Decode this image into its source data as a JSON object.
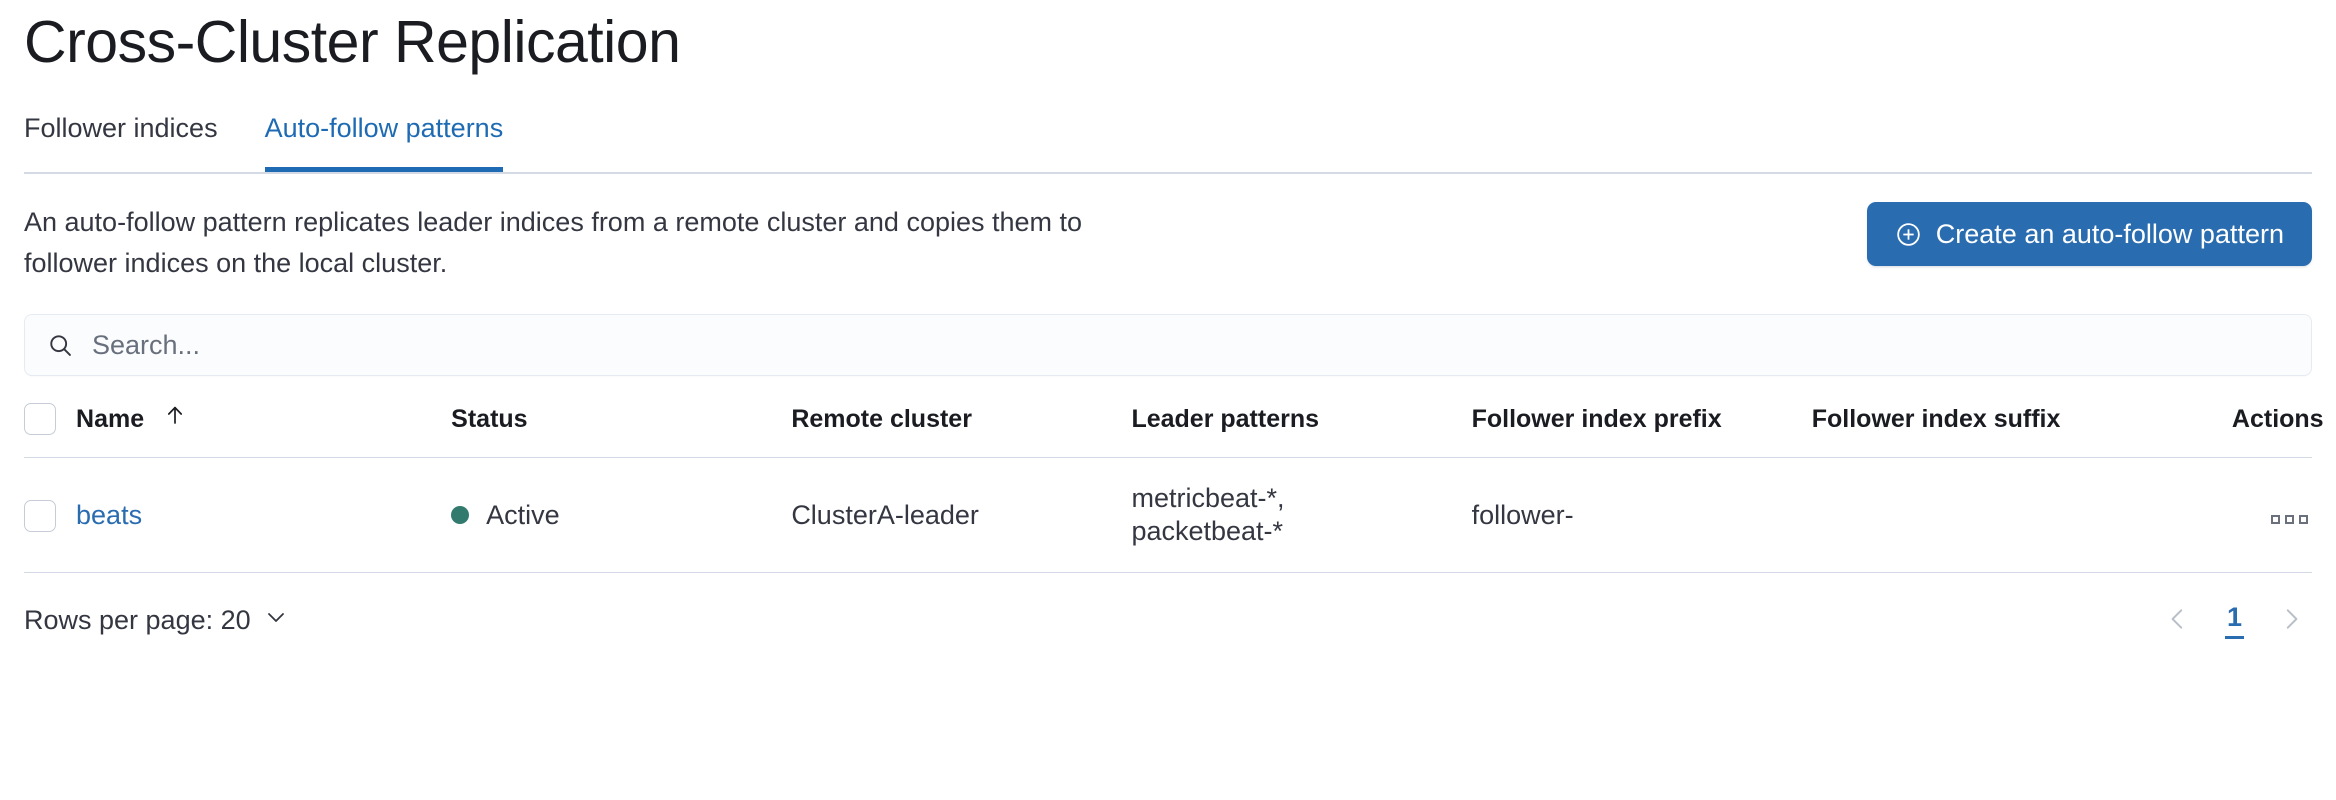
{
  "page": {
    "title": "Cross-Cluster Replication"
  },
  "tabs": [
    {
      "label": "Follower indices",
      "selected": false
    },
    {
      "label": "Auto-follow patterns",
      "selected": true
    }
  ],
  "intro": {
    "description": "An auto-follow pattern replicates leader indices from a remote cluster and copies them to follower indices on the local cluster.",
    "create_button_label": "Create an auto-follow pattern",
    "create_button_icon": "plus-in-circle-icon",
    "create_button_color": "#2a6cb0"
  },
  "search": {
    "placeholder": "Search...",
    "value": "",
    "icon": "search-icon"
  },
  "table": {
    "select_all_checkbox": "unchecked",
    "sort_column": "Name",
    "sort_direction": "ascending",
    "sort_icon": "arrow-up-icon",
    "columns": [
      "Name",
      "Status",
      "Remote cluster",
      "Leader patterns",
      "Follower index prefix",
      "Follower index suffix",
      "Actions"
    ],
    "rows": [
      {
        "checkbox": "unchecked",
        "name": "beats",
        "status": "Active",
        "status_color": "#327a6e",
        "remote_cluster": "ClusterA-leader",
        "leader_patterns": "metricbeat-*,\npacketbeat-*",
        "follower_index_prefix": "follower-",
        "follower_index_suffix": "",
        "actions_icon": "boxes-horizontal-icon"
      }
    ]
  },
  "footer": {
    "rows_per_page_label": "Rows per page: 20",
    "rows_per_page_icon": "chevron-down-icon",
    "prev_icon": "chevron-left-icon",
    "next_icon": "chevron-right-icon",
    "current_page": "1"
  }
}
